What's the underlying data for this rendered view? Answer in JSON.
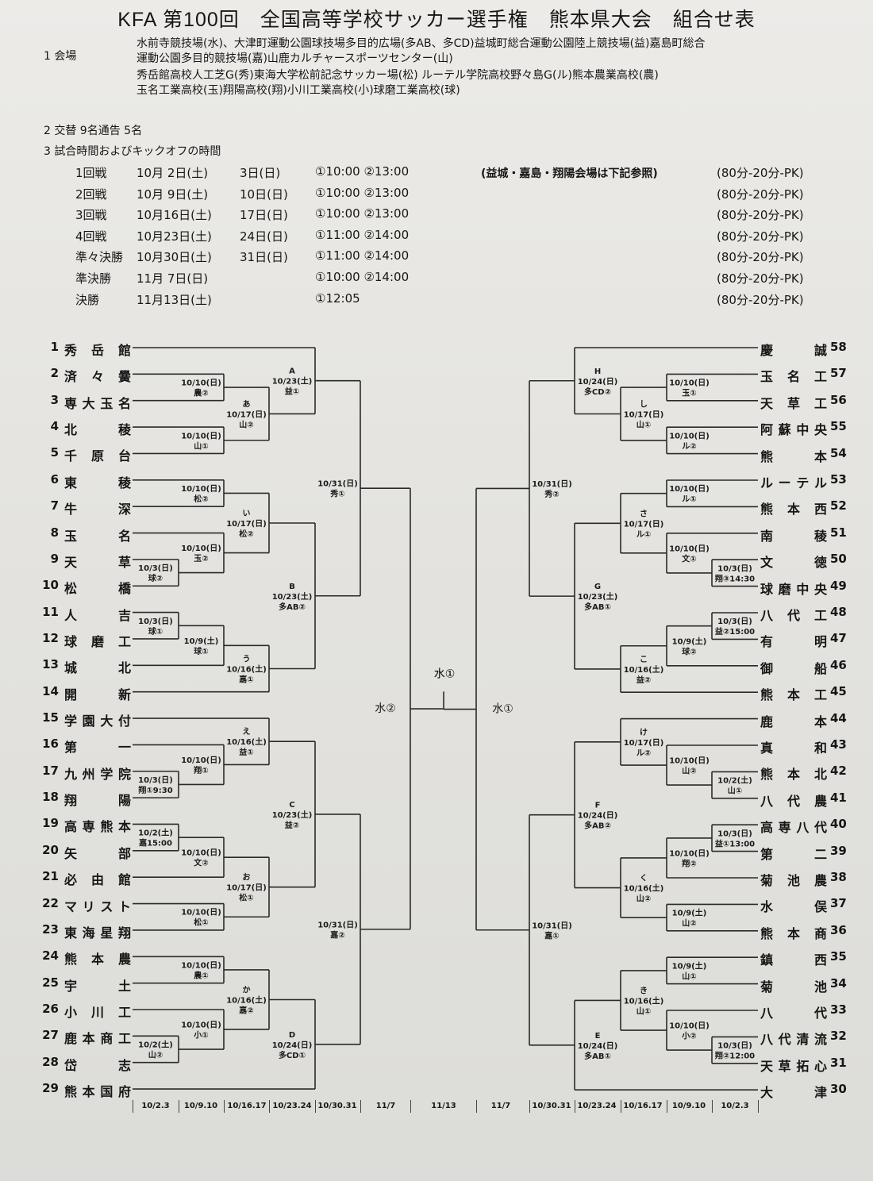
{
  "title": "KFA 第100回　全国高等学校サッカー選手権　熊本県大会　組合せ表",
  "venues": {
    "heading": "1  会場",
    "lines": [
      "水前寺競技場(水)、大津町運動公園球技場多目的広場(多AB、多CD)益城町総合運動公園陸上競技場(益)嘉島町総合",
      "運動公園多目的競技場(嘉)山鹿カルチャースポーツセンター(山)",
      "秀岳館高校人工芝G(秀)東海大学松前記念サッカー場(松) ルーテル学院高校野々島G(ル)熊本農業高校(農)",
      "玉名工業高校(玉)翔陽高校(翔)小川工業高校(小)球磨工業高校(球)"
    ]
  },
  "substitution": "2  交替  9名通告  5名",
  "schedule": {
    "heading": "3  試合時間およびキックオフの時間",
    "note": "(益城・嘉島・翔陽会場は下記参照)",
    "rows": [
      {
        "round": "1回戦",
        "date1": "10月 2日(土)",
        "date2": "3日(日)",
        "times": "①10:00 ②13:00",
        "format": "(80分-20分-PK)"
      },
      {
        "round": "2回戦",
        "date1": "10月 9日(土)",
        "date2": "10日(日)",
        "times": "①10:00 ②13:00",
        "format": "(80分-20分-PK)"
      },
      {
        "round": "3回戦",
        "date1": "10月16日(土)",
        "date2": "17日(日)",
        "times": "①10:00 ②13:00",
        "format": "(80分-20分-PK)"
      },
      {
        "round": "4回戦",
        "date1": "10月23日(土)",
        "date2": "24日(日)",
        "times": "①11:00 ②14:00",
        "format": "(80分-20分-PK)"
      },
      {
        "round": "準々決勝",
        "date1": "10月30日(土)",
        "date2": "31日(日)",
        "times": "①11:00 ②14:00",
        "format": "(80分-20分-PK)"
      },
      {
        "round": "準決勝",
        "date1": "11月 7日(日)",
        "date2": "",
        "times": "①10:00 ②14:00",
        "format": "(80分-20分-PK)"
      },
      {
        "round": "決勝",
        "date1": "11月13日(土)",
        "date2": "",
        "times": "①12:05",
        "format": "(80分-20分-PK)"
      }
    ]
  },
  "teams_left": [
    "秀岳館",
    "済々黌",
    "専大玉名",
    "北稜",
    "千原台",
    "東稜",
    "牛深",
    "玉名",
    "天草",
    "松橋",
    "人吉",
    "球磨工",
    "城北",
    "開新",
    "学園大付",
    "第一",
    "九州学院",
    "翔陽",
    "高専熊本",
    "矢部",
    "必由館",
    "マリスト",
    "東海星翔",
    "熊本農",
    "宇土",
    "小川工",
    "鹿本商工",
    "岱志",
    "熊本国府"
  ],
  "teams_right": {
    "58": "慶誠",
    "57": "玉名工",
    "56": "天草工",
    "55": "阿蘇中央",
    "54": "熊本",
    "53": "ルーテル",
    "52": "熊本西",
    "51": "南稜",
    "50": "文徳",
    "49": "球磨中央",
    "48": "八代工",
    "47": "有明",
    "46": "御船",
    "45": "熊本工",
    "44": "鹿本",
    "43": "真和",
    "42": "熊本北",
    "41": "八代農",
    "40": "高専八代",
    "39": "第二",
    "38": "菊池農",
    "37": "水俣",
    "36": "熊本商",
    "35": "鎮西",
    "34": "菊池",
    "33": "八代",
    "32": "八代清流",
    "31": "天草拓心",
    "30": "大津"
  },
  "bracket_left": {
    "m": [
      "水②"
    ],
    "r": 6,
    "c": [
      {
        "m": [
          "10/31(日)",
          "秀①"
        ],
        "r": 5,
        "c": [
          {
            "m": [
              "A",
              "10/23(土)",
              "益①"
            ],
            "r": 4,
            "c": [
              1,
              {
                "m": [
                  "あ",
                  "10/17(日)",
                  "山②"
                ],
                "r": 3,
                "c": [
                  {
                    "m": [
                      "10/10(日)",
                      "農②"
                    ],
                    "r": 2,
                    "c": [
                      2,
                      3
                    ]
                  },
                  {
                    "m": [
                      "10/10(日)",
                      "山①"
                    ],
                    "r": 2,
                    "c": [
                      4,
                      5
                    ]
                  }
                ]
              }
            ]
          },
          {
            "m": [
              "B",
              "10/23(土)",
              "多AB②"
            ],
            "r": 4,
            "c": [
              {
                "m": [
                  "い",
                  "10/17(日)",
                  "松②"
                ],
                "r": 3,
                "c": [
                  {
                    "m": [
                      "10/10(日)",
                      "松②"
                    ],
                    "r": 2,
                    "c": [
                      6,
                      7
                    ]
                  },
                  {
                    "m": [
                      "10/10(日)",
                      "玉②"
                    ],
                    "r": 2,
                    "c": [
                      8,
                      {
                        "m": [
                          "10/3(日)",
                          "球②"
                        ],
                        "r": 1,
                        "c": [
                          9,
                          10
                        ]
                      }
                    ]
                  }
                ]
              },
              {
                "m": [
                  "う",
                  "10/16(土)",
                  "嘉①"
                ],
                "r": 3,
                "c": [
                  {
                    "m": [
                      "10/9(土)",
                      "球①"
                    ],
                    "r": 2,
                    "c": [
                      {
                        "m": [
                          "10/3(日)",
                          "球①"
                        ],
                        "r": 1,
                        "c": [
                          11,
                          12
                        ]
                      },
                      13
                    ]
                  },
                  14
                ]
              }
            ]
          }
        ]
      },
      {
        "m": [
          "10/31(日)",
          "嘉②"
        ],
        "r": 5,
        "c": [
          {
            "m": [
              "C",
              "10/23(土)",
              "益②"
            ],
            "r": 4,
            "c": [
              {
                "m": [
                  "え",
                  "10/16(土)",
                  "益①"
                ],
                "r": 3,
                "c": [
                  15,
                  {
                    "m": [
                      "10/10(日)",
                      "翔①"
                    ],
                    "r": 2,
                    "c": [
                      16,
                      {
                        "m": [
                          "10/3(日)",
                          "翔①9:30"
                        ],
                        "r": 1,
                        "c": [
                          17,
                          18
                        ]
                      }
                    ]
                  }
                ]
              },
              {
                "m": [
                  "お",
                  "10/17(日)",
                  "松①"
                ],
                "r": 3,
                "c": [
                  {
                    "m": [
                      "10/10(日)",
                      "文②"
                    ],
                    "r": 2,
                    "c": [
                      {
                        "m": [
                          "10/2(土)",
                          "嘉15:00"
                        ],
                        "r": 1,
                        "c": [
                          19,
                          20
                        ]
                      },
                      21
                    ]
                  },
                  {
                    "m": [
                      "10/10(日)",
                      "松①"
                    ],
                    "r": 2,
                    "c": [
                      22,
                      23
                    ]
                  }
                ]
              }
            ]
          },
          {
            "m": [
              "D",
              "10/24(日)",
              "多CD①"
            ],
            "r": 4,
            "c": [
              {
                "m": [
                  "か",
                  "10/16(土)",
                  "嘉②"
                ],
                "r": 3,
                "c": [
                  {
                    "m": [
                      "10/10(日)",
                      "農①"
                    ],
                    "r": 2,
                    "c": [
                      24,
                      25
                    ]
                  },
                  {
                    "m": [
                      "10/10(日)",
                      "小①"
                    ],
                    "r": 2,
                    "c": [
                      26,
                      {
                        "m": [
                          "10/2(土)",
                          "山②"
                        ],
                        "r": 1,
                        "c": [
                          27,
                          28
                        ]
                      }
                    ]
                  }
                ]
              },
              29
            ]
          }
        ]
      }
    ]
  },
  "bracket_right": {
    "m": [
      "水①"
    ],
    "r": 6,
    "c": [
      {
        "m": [
          "10/31(日)",
          "秀②"
        ],
        "r": 5,
        "c": [
          {
            "m": [
              "H",
              "10/24(日)",
              "多CD②"
            ],
            "r": 4,
            "c": [
              58,
              {
                "m": [
                  "し",
                  "10/17(日)",
                  "山①"
                ],
                "r": 3,
                "c": [
                  {
                    "m": [
                      "10/10(日)",
                      "玉①"
                    ],
                    "r": 2,
                    "c": [
                      57,
                      56
                    ]
                  },
                  {
                    "m": [
                      "10/10(日)",
                      "ル②"
                    ],
                    "r": 2,
                    "c": [
                      55,
                      54
                    ]
                  }
                ]
              }
            ]
          },
          {
            "m": [
              "G",
              "10/23(土)",
              "多AB①"
            ],
            "r": 4,
            "c": [
              {
                "m": [
                  "さ",
                  "10/17(日)",
                  "ル①"
                ],
                "r": 3,
                "c": [
                  {
                    "m": [
                      "10/10(日)",
                      "ル①"
                    ],
                    "r": 2,
                    "c": [
                      53,
                      52
                    ]
                  },
                  {
                    "m": [
                      "10/10(日)",
                      "文①"
                    ],
                    "r": 2,
                    "c": [
                      51,
                      {
                        "m": [
                          "10/3(日)",
                          "翔③14:30"
                        ],
                        "r": 1,
                        "c": [
                          50,
                          49
                        ]
                      }
                    ]
                  }
                ]
              },
              {
                "m": [
                  "こ",
                  "10/16(土)",
                  "益②"
                ],
                "r": 3,
                "c": [
                  {
                    "m": [
                      "10/9(土)",
                      "球②"
                    ],
                    "r": 2,
                    "c": [
                      {
                        "m": [
                          "10/3(日)",
                          "益②15:00"
                        ],
                        "r": 1,
                        "c": [
                          48,
                          47
                        ]
                      },
                      46
                    ]
                  },
                  45
                ]
              }
            ]
          }
        ]
      },
      {
        "m": [
          "10/31(日)",
          "嘉①"
        ],
        "r": 5,
        "c": [
          {
            "m": [
              "F",
              "10/24(日)",
              "多AB②"
            ],
            "r": 4,
            "c": [
              {
                "m": [
                  "け",
                  "10/17(日)",
                  "ル②"
                ],
                "r": 3,
                "c": [
                  44,
                  {
                    "m": [
                      "10/10(日)",
                      "山②"
                    ],
                    "r": 2,
                    "c": [
                      43,
                      {
                        "m": [
                          "10/2(土)",
                          "山①"
                        ],
                        "r": 1,
                        "c": [
                          42,
                          41
                        ]
                      }
                    ]
                  }
                ]
              },
              {
                "m": [
                  "く",
                  "10/16(土)",
                  "山②"
                ],
                "r": 3,
                "c": [
                  {
                    "m": [
                      "10/10(日)",
                      "翔②"
                    ],
                    "r": 2,
                    "c": [
                      {
                        "m": [
                          "10/3(日)",
                          "益①13:00"
                        ],
                        "r": 1,
                        "c": [
                          40,
                          39
                        ]
                      },
                      38
                    ]
                  },
                  {
                    "m": [
                      "10/9(土)",
                      "山②"
                    ],
                    "r": 2,
                    "c": [
                      37,
                      36
                    ]
                  }
                ]
              }
            ]
          },
          {
            "m": [
              "E",
              "10/24(日)",
              "多AB①"
            ],
            "r": 4,
            "c": [
              {
                "m": [
                  "き",
                  "10/16(土)",
                  "山①"
                ],
                "r": 3,
                "c": [
                  {
                    "m": [
                      "10/9(土)",
                      "山①"
                    ],
                    "r": 2,
                    "c": [
                      35,
                      34
                    ]
                  },
                  {
                    "m": [
                      "10/10(日)",
                      "小②"
                    ],
                    "r": 2,
                    "c": [
                      33,
                      {
                        "m": [
                          "10/3(日)",
                          "翔②12:00"
                        ],
                        "r": 1,
                        "c": [
                          32,
                          31
                        ]
                      }
                    ]
                  }
                ]
              },
              30
            ]
          }
        ]
      }
    ]
  },
  "final": {
    "label": "水①"
  },
  "round_dates": [
    "10/2.3",
    "10/9.10",
    "10/16.17",
    "10/23.24",
    "10/30.31",
    "11/7",
    "11/13",
    "11/7",
    "10/30.31",
    "10/23.24",
    "10/16.17",
    "10/9.10",
    "10/2.3"
  ]
}
